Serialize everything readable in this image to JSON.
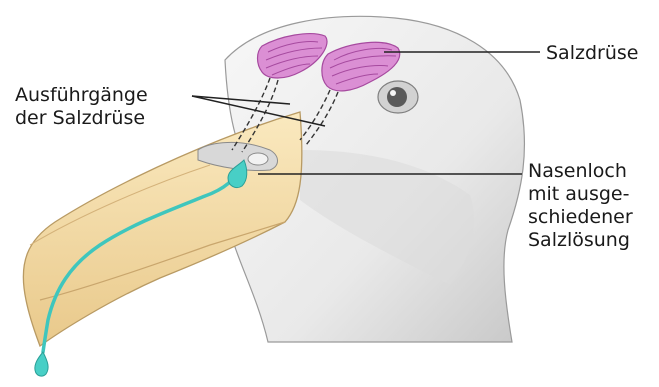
{
  "labels": {
    "salzdruese": "Salzdrüse",
    "ausfuehrgaenge_line1": "Ausführgänge",
    "ausfuehrgaenge_line2": "der Salzdrüse",
    "nasenloch_line1": "Nasenloch",
    "nasenloch_line2": "mit ausge-",
    "nasenloch_line3": "schiedener",
    "nasenloch_line4": "Salzlösung"
  },
  "colors": {
    "head": "#ececec",
    "head_shadow": "#c9c9c9",
    "beak": "#f6dfa8",
    "beak_shadow": "#e7c487",
    "gland": "#d98ad2",
    "gland_stripes": "#ad4fa6",
    "salt_solution": "#45c9c0",
    "outline": "#8a8a8a",
    "leader_line": "#222222"
  }
}
